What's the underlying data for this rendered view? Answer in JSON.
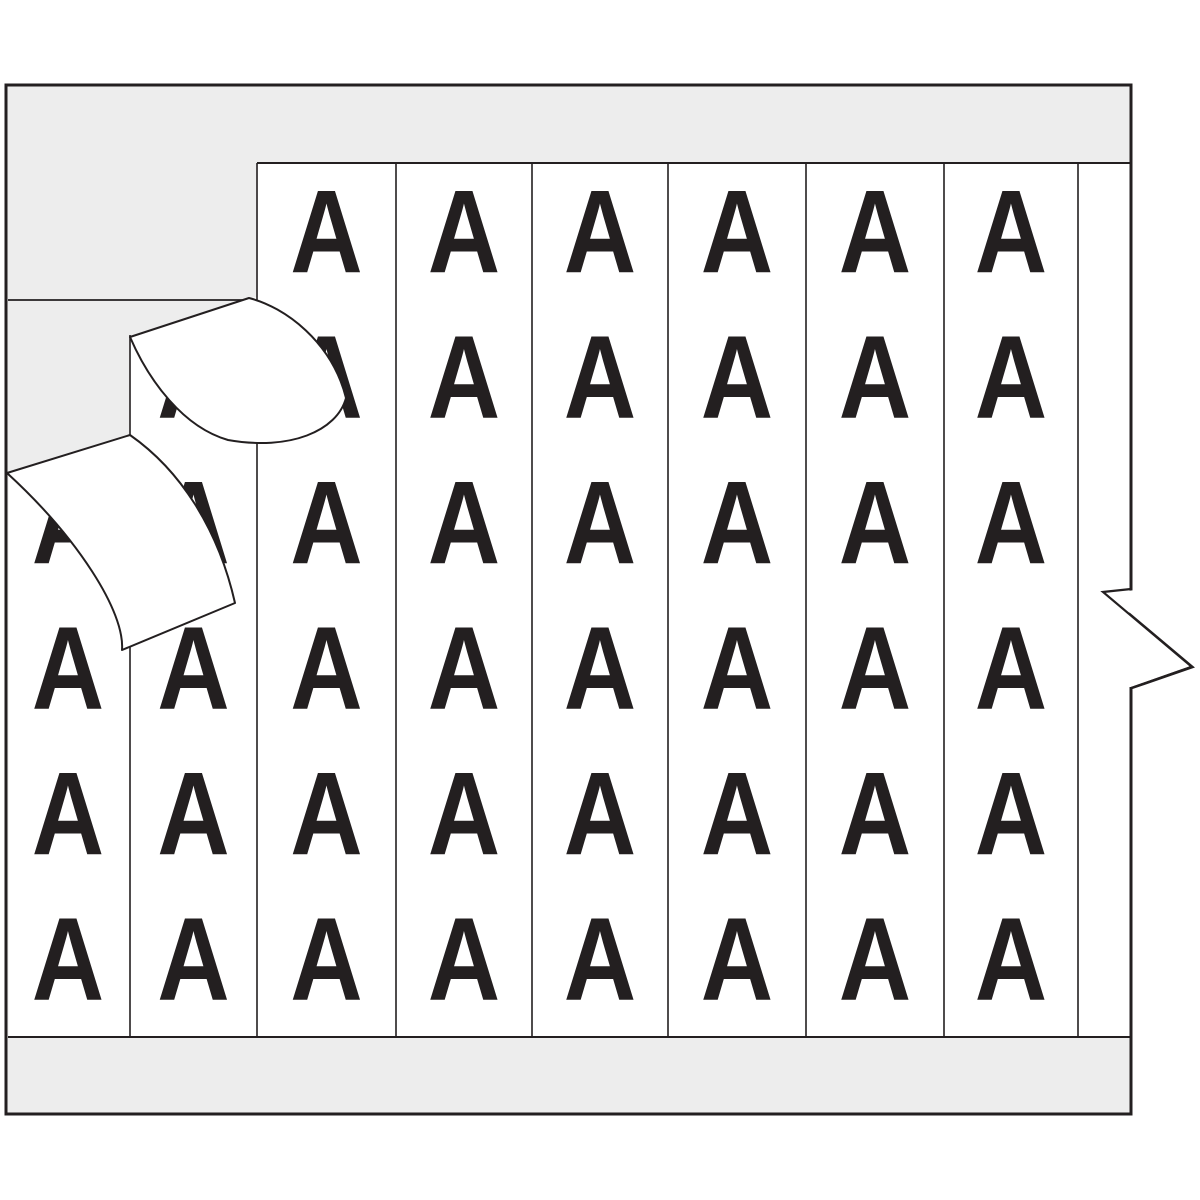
{
  "illustration": {
    "subject": "Wire marker card with peel-off labels",
    "marker_legend": "A",
    "grid": {
      "full_columns": 8,
      "rows_per_column": 6,
      "partial_columns_right": 1
    },
    "peeled_labels_count": 2,
    "right_edge_feature": "arrow pull-tab notch",
    "colors": {
      "page_bg": "#ffffff",
      "card_liner": "#ededed",
      "label_white": "#ffffff",
      "ink": "#231f20"
    }
  }
}
